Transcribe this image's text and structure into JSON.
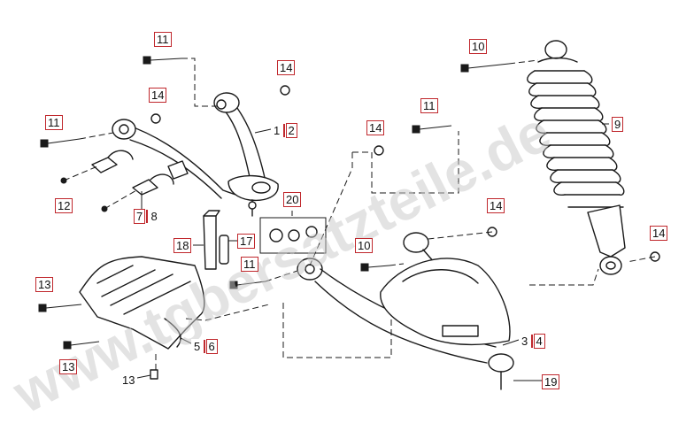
{
  "watermark": "www.tgbersatzteile.de",
  "colors": {
    "callout_border": "#c0282d",
    "line": "#1a1a1a",
    "watermark": "#cfcfcf"
  },
  "callouts": {
    "c11_top": "11",
    "c14_top": "14",
    "c14_left": "14",
    "c11_left": "11",
    "c12": "12",
    "c7": "7",
    "c8": "8",
    "c1": "1",
    "c2": "2",
    "c20": "20",
    "c18": "18",
    "c17": "17",
    "c11_mid": "11",
    "c14_mid": "14",
    "c11_center": "11",
    "c10_top": "10",
    "c9": "9",
    "c14_right_mid": "14",
    "c10_mid": "10",
    "c14_far_right": "14",
    "c13_a": "13",
    "c13_b": "13",
    "c13_c": "13",
    "c5": "5",
    "c6": "6",
    "c3": "3",
    "c4": "4",
    "c19": "19"
  }
}
